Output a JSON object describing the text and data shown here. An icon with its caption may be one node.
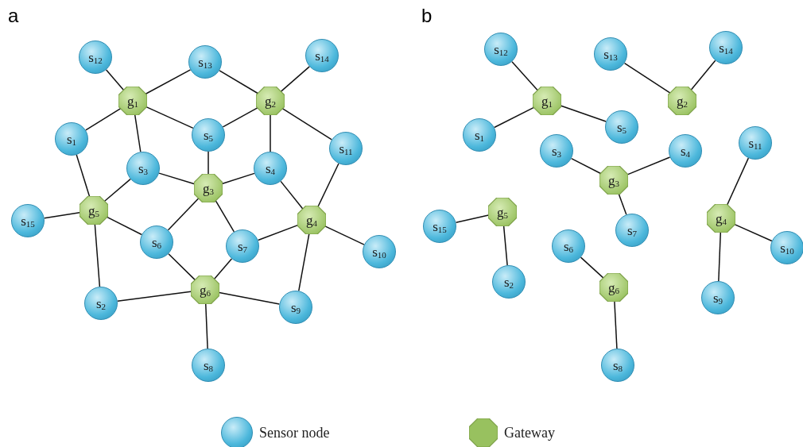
{
  "diagram": {
    "nodes": [
      {
        "text": [
          "s$_{12}$"
        ]
      },
      {
        "text": [
          "s$_{13}$"
        ]
      },
      {
        "text": [
          "s$_{14}$"
        ]
      },
      {
        "text": [
          "g$_{1}$"
        ]
      },
      {
        "text": [
          "g$_{2}$"
        ]
      },
      {
        "text": [
          "s$_{1}$"
        ]
      },
      {
        "text": [
          "s$_{5}$"
        ]
      },
      {
        "text": [
          "s$_{11}$"
        ]
      },
      {
        "text": [
          "s$_{3}$"
        ]
      },
      {
        "text": [
          "g$_{3}$"
        ]
      },
      {
        "text": [
          "s$_{4}$"
        ]
      },
      {
        "text": [
          "g$_{5}$"
        ]
      },
      {
        "text": [
          "g$_{4}$"
        ]
      },
      {
        "text": [
          "s$_{15}$"
        ]
      },
      {
        "text": [
          "s$_{6}$"
        ]
      },
      {
        "text": [
          "s$_{7}$"
        ]
      },
      {
        "text": [
          "s$_{10}$"
        ]
      },
      {
        "text": [
          "g$_{6}$"
        ]
      },
      {
        "text": [
          "s$_{2}$"
        ]
      },
      {
        "text": [
          "s$_{9}$"
        ]
      },
      {
        "text": [
          "s$_{8}$"
        ]
      },
      {
        "text": [
          "s$_{12}$"
        ]
      },
      {
        "text": [
          "s$_{13}$"
        ]
      },
      {
        "text": [
          "s$_{14}$"
        ]
      },
      {
        "text": [
          "g$_{1}$"
        ]
      },
      {
        "text": [
          "g$_{2}$"
        ]
      },
      {
        "text": [
          "s$_{1}$"
        ]
      },
      {
        "text": [
          "s$_{5}$"
        ]
      },
      {
        "text": [
          "s$_{3}$"
        ]
      },
      {
        "text": [
          "g$_{3}$"
        ]
      },
      {
        "text": [
          "s$_{4}$"
        ]
      },
      {
        "text": [
          "s$_{11}$"
        ]
      },
      {
        "text": [
          "g$_{5}$"
        ]
      },
      {
        "text": [
          "g$_{4}$"
        ]
      },
      {
        "text": [
          "s$_{15}$"
        ]
      },
      {
        "text": [
          "s$_{7}$"
        ]
      },
      {
        "text": [
          "s$_{6}$"
        ]
      },
      {
        "text": [
          "s$_{10}$"
        ]
      },
      {
        "text": [
          "g$_{6}$"
        ]
      },
      {
        "text": [
          "s$_{2}$"
        ]
      },
      {
        "text": [
          "s$_{9}$"
        ]
      },
      {
        "text": [
          "s$_{8}$"
        ]
      }
    ],
    "edges": [
      {
        "from": 3,
        "to": 0,
        "arrow": "none"
      },
      {
        "from": 3,
        "to": 1,
        "arrow": "none"
      },
      {
        "from": 3,
        "to": 5,
        "arrow": "none"
      },
      {
        "from": 3,
        "to": 8,
        "arrow": "none"
      },
      {
        "from": 3,
        "to": 6,
        "arrow": "none"
      },
      {
        "from": 4,
        "to": 1,
        "arrow": "none"
      },
      {
        "from": 4,
        "to": 2,
        "arrow": "none"
      },
      {
        "from": 4,
        "to": 6,
        "arrow": "none"
      },
      {
        "from": 4,
        "to": 10,
        "arrow": "none"
      },
      {
        "from": 4,
        "to": 7,
        "arrow": "none"
      },
      {
        "from": 9,
        "to": 6,
        "arrow": "none"
      },
      {
        "from": 9,
        "to": 8,
        "arrow": "none"
      },
      {
        "from": 9,
        "to": 10,
        "arrow": "none"
      },
      {
        "from": 9,
        "to": 14,
        "arrow": "none"
      },
      {
        "from": 9,
        "to": 15,
        "arrow": "none"
      },
      {
        "from": 12,
        "to": 10,
        "arrow": "none"
      },
      {
        "from": 12,
        "to": 7,
        "arrow": "none"
      },
      {
        "from": 12,
        "to": 16,
        "arrow": "none"
      },
      {
        "from": 12,
        "to": 19,
        "arrow": "none"
      },
      {
        "from": 12,
        "to": 15,
        "arrow": "none"
      },
      {
        "from": 11,
        "to": 5,
        "arrow": "none"
      },
      {
        "from": 11,
        "to": 8,
        "arrow": "none"
      },
      {
        "from": 11,
        "to": 13,
        "arrow": "none"
      },
      {
        "from": 11,
        "to": 14,
        "arrow": "none"
      },
      {
        "from": 11,
        "to": 18,
        "arrow": "none"
      },
      {
        "from": 17,
        "to": 14,
        "arrow": "none"
      },
      {
        "from": 17,
        "to": 15,
        "arrow": "none"
      },
      {
        "from": 17,
        "to": 18,
        "arrow": "none"
      },
      {
        "from": 17,
        "to": 19,
        "arrow": "none"
      },
      {
        "from": 17,
        "to": 20,
        "arrow": "none"
      },
      {
        "from": 24,
        "to": 21,
        "arrow": "none"
      },
      {
        "from": 24,
        "to": 26,
        "arrow": "none"
      },
      {
        "from": 24,
        "to": 27,
        "arrow": "none"
      },
      {
        "from": 25,
        "to": 22,
        "arrow": "none"
      },
      {
        "from": 25,
        "to": 23,
        "arrow": "none"
      },
      {
        "from": 29,
        "to": 28,
        "arrow": "none"
      },
      {
        "from": 29,
        "to": 30,
        "arrow": "none"
      },
      {
        "from": 29,
        "to": 35,
        "arrow": "none"
      },
      {
        "from": 33,
        "to": 31,
        "arrow": "none"
      },
      {
        "from": 33,
        "to": 37,
        "arrow": "none"
      },
      {
        "from": 33,
        "to": 40,
        "arrow": "none"
      },
      {
        "from": 32,
        "to": 34,
        "arrow": "none"
      },
      {
        "from": 32,
        "to": 39,
        "arrow": "none"
      },
      {
        "from": 38,
        "to": 36,
        "arrow": "none"
      },
      {
        "from": 38,
        "to": 41,
        "arrow": "none"
      }
    ],
    "labels": [
      "a",
      "b"
    ],
    "legend": [
      {
        "text": "Sensor node",
        "color": "#4db8dc"
      },
      {
        "text": "Gateway",
        "color": "#98c15f"
      }
    ]
  }
}
